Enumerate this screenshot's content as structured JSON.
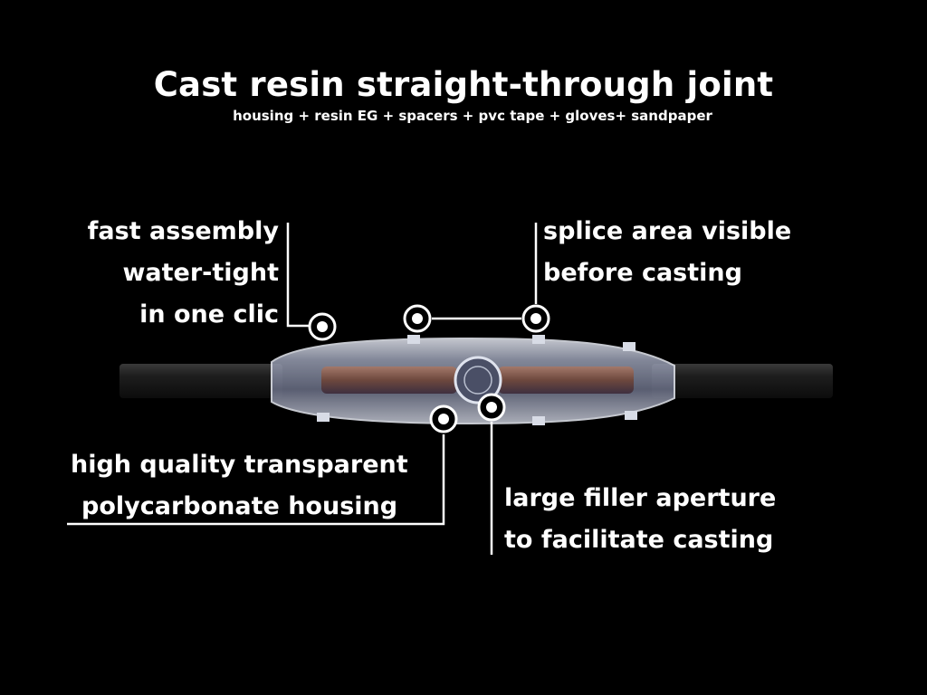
{
  "title": "Cast resin straight-through joint",
  "subtitle": "housing + resin EG + spacers + pvc tape + gloves+ sandpaper",
  "callouts": {
    "fast_assembly": [
      "fast assembly",
      "water-tight",
      "in one clic"
    ],
    "splice_area": [
      "splice area visible",
      "before casting"
    ],
    "housing": [
      "high quality transparent",
      "polycarbonate  housing"
    ],
    "filler": [
      "large filler aperture",
      "to facilitate casting"
    ]
  },
  "colors": {
    "background": "#000000",
    "text": "#ffffff",
    "cable": "#1c1c1c",
    "housing": "#c9ced8",
    "copper": "#8a5a48"
  }
}
